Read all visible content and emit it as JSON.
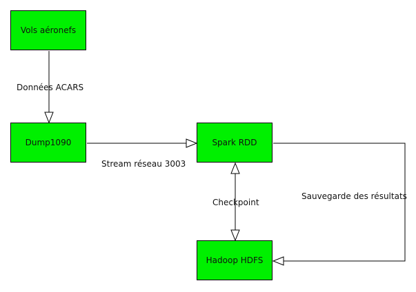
{
  "nodes": {
    "vols": "Vols aéronefs",
    "dump": "Dump1090",
    "spark": "Spark RDD",
    "hadoop": "Hadoop HDFS"
  },
  "edges": {
    "acars": "Données ACARS",
    "stream": "Stream réseau 3003",
    "checkpoint": "Checkpoint",
    "sauvegarde": "Sauvegarde des résultats"
  },
  "colors": {
    "node_fill": "#00f000",
    "line": "#000000"
  }
}
